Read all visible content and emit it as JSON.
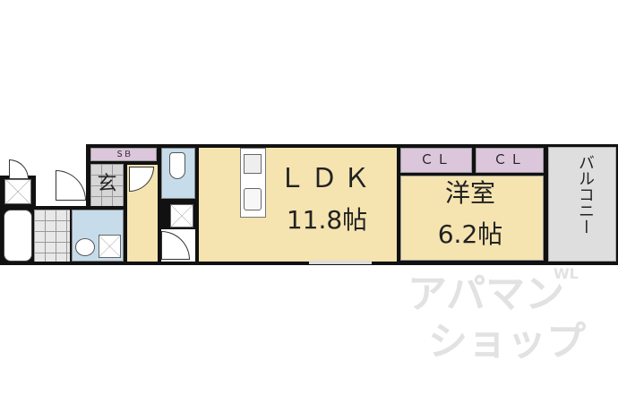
{
  "rooms": {
    "sb": "ＳＢ",
    "entrance": "玄",
    "ldk_name": "ＬＤＫ",
    "ldk_size": "11.8帖",
    "closet1": "ＣＬ",
    "closet2": "ＣＬ",
    "western_name": "洋室",
    "western_size": "6.2帖",
    "balcony": "バルコニー"
  },
  "watermark": {
    "line1": "アパマン",
    "line2": "ショップ",
    "tag": "WL"
  },
  "colors": {
    "living": "#f5e4b0",
    "storage": "#dcc6dc",
    "wet": "#c6dcea",
    "balcony": "#dedede"
  }
}
